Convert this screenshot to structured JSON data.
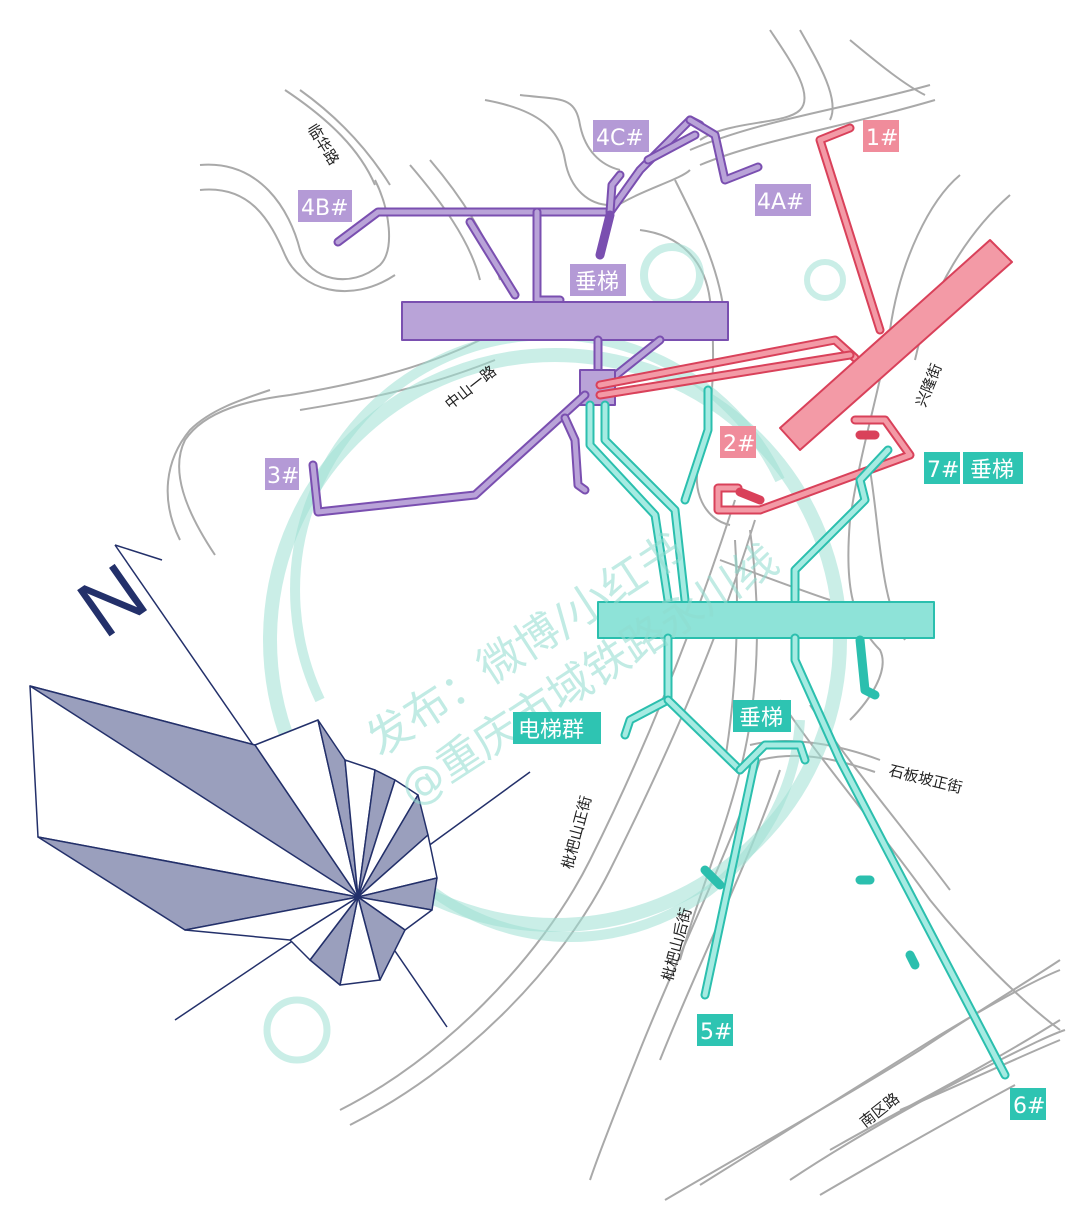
{
  "colors": {
    "line_purple": "#b9a3d8",
    "line_pink": "#f39aa6",
    "line_teal": "#8ee3d8",
    "label_purple": "#b49ad6",
    "label_pink": "#f08c9b",
    "label_teal": "#2ec4b2",
    "compass": "#23306a",
    "compass_fill": "#9a9fbd",
    "watermark": "#8fdccf"
  },
  "exits": {
    "exit_1": "1#",
    "exit_2": "2#",
    "exit_3": "3#",
    "exit_4a": "4A#",
    "exit_4b": "4B#",
    "exit_4c": "4C#",
    "exit_5": "5#",
    "exit_6": "6#",
    "exit_7": "7#"
  },
  "facilities": {
    "elevator_purple": "垂梯",
    "elevator_7": "垂梯",
    "elevator_teal": "垂梯",
    "elevator_group": "电梯群"
  },
  "streets": {
    "linhua": "临华路",
    "zhongshan": "中山一路",
    "xinglong": "兴隆街",
    "shibanpo": "石板坡正街",
    "pipashan_zheng": "枇杷山正街",
    "pipashan_hou": "枇杷山后街",
    "nanqu": "南区路"
  },
  "compass": {
    "north_letter": "N",
    "icon": "compass-rose-icon"
  },
  "watermark": {
    "line1": "发布：微博/小红书",
    "line2": "@重庆市域铁路永川线"
  }
}
